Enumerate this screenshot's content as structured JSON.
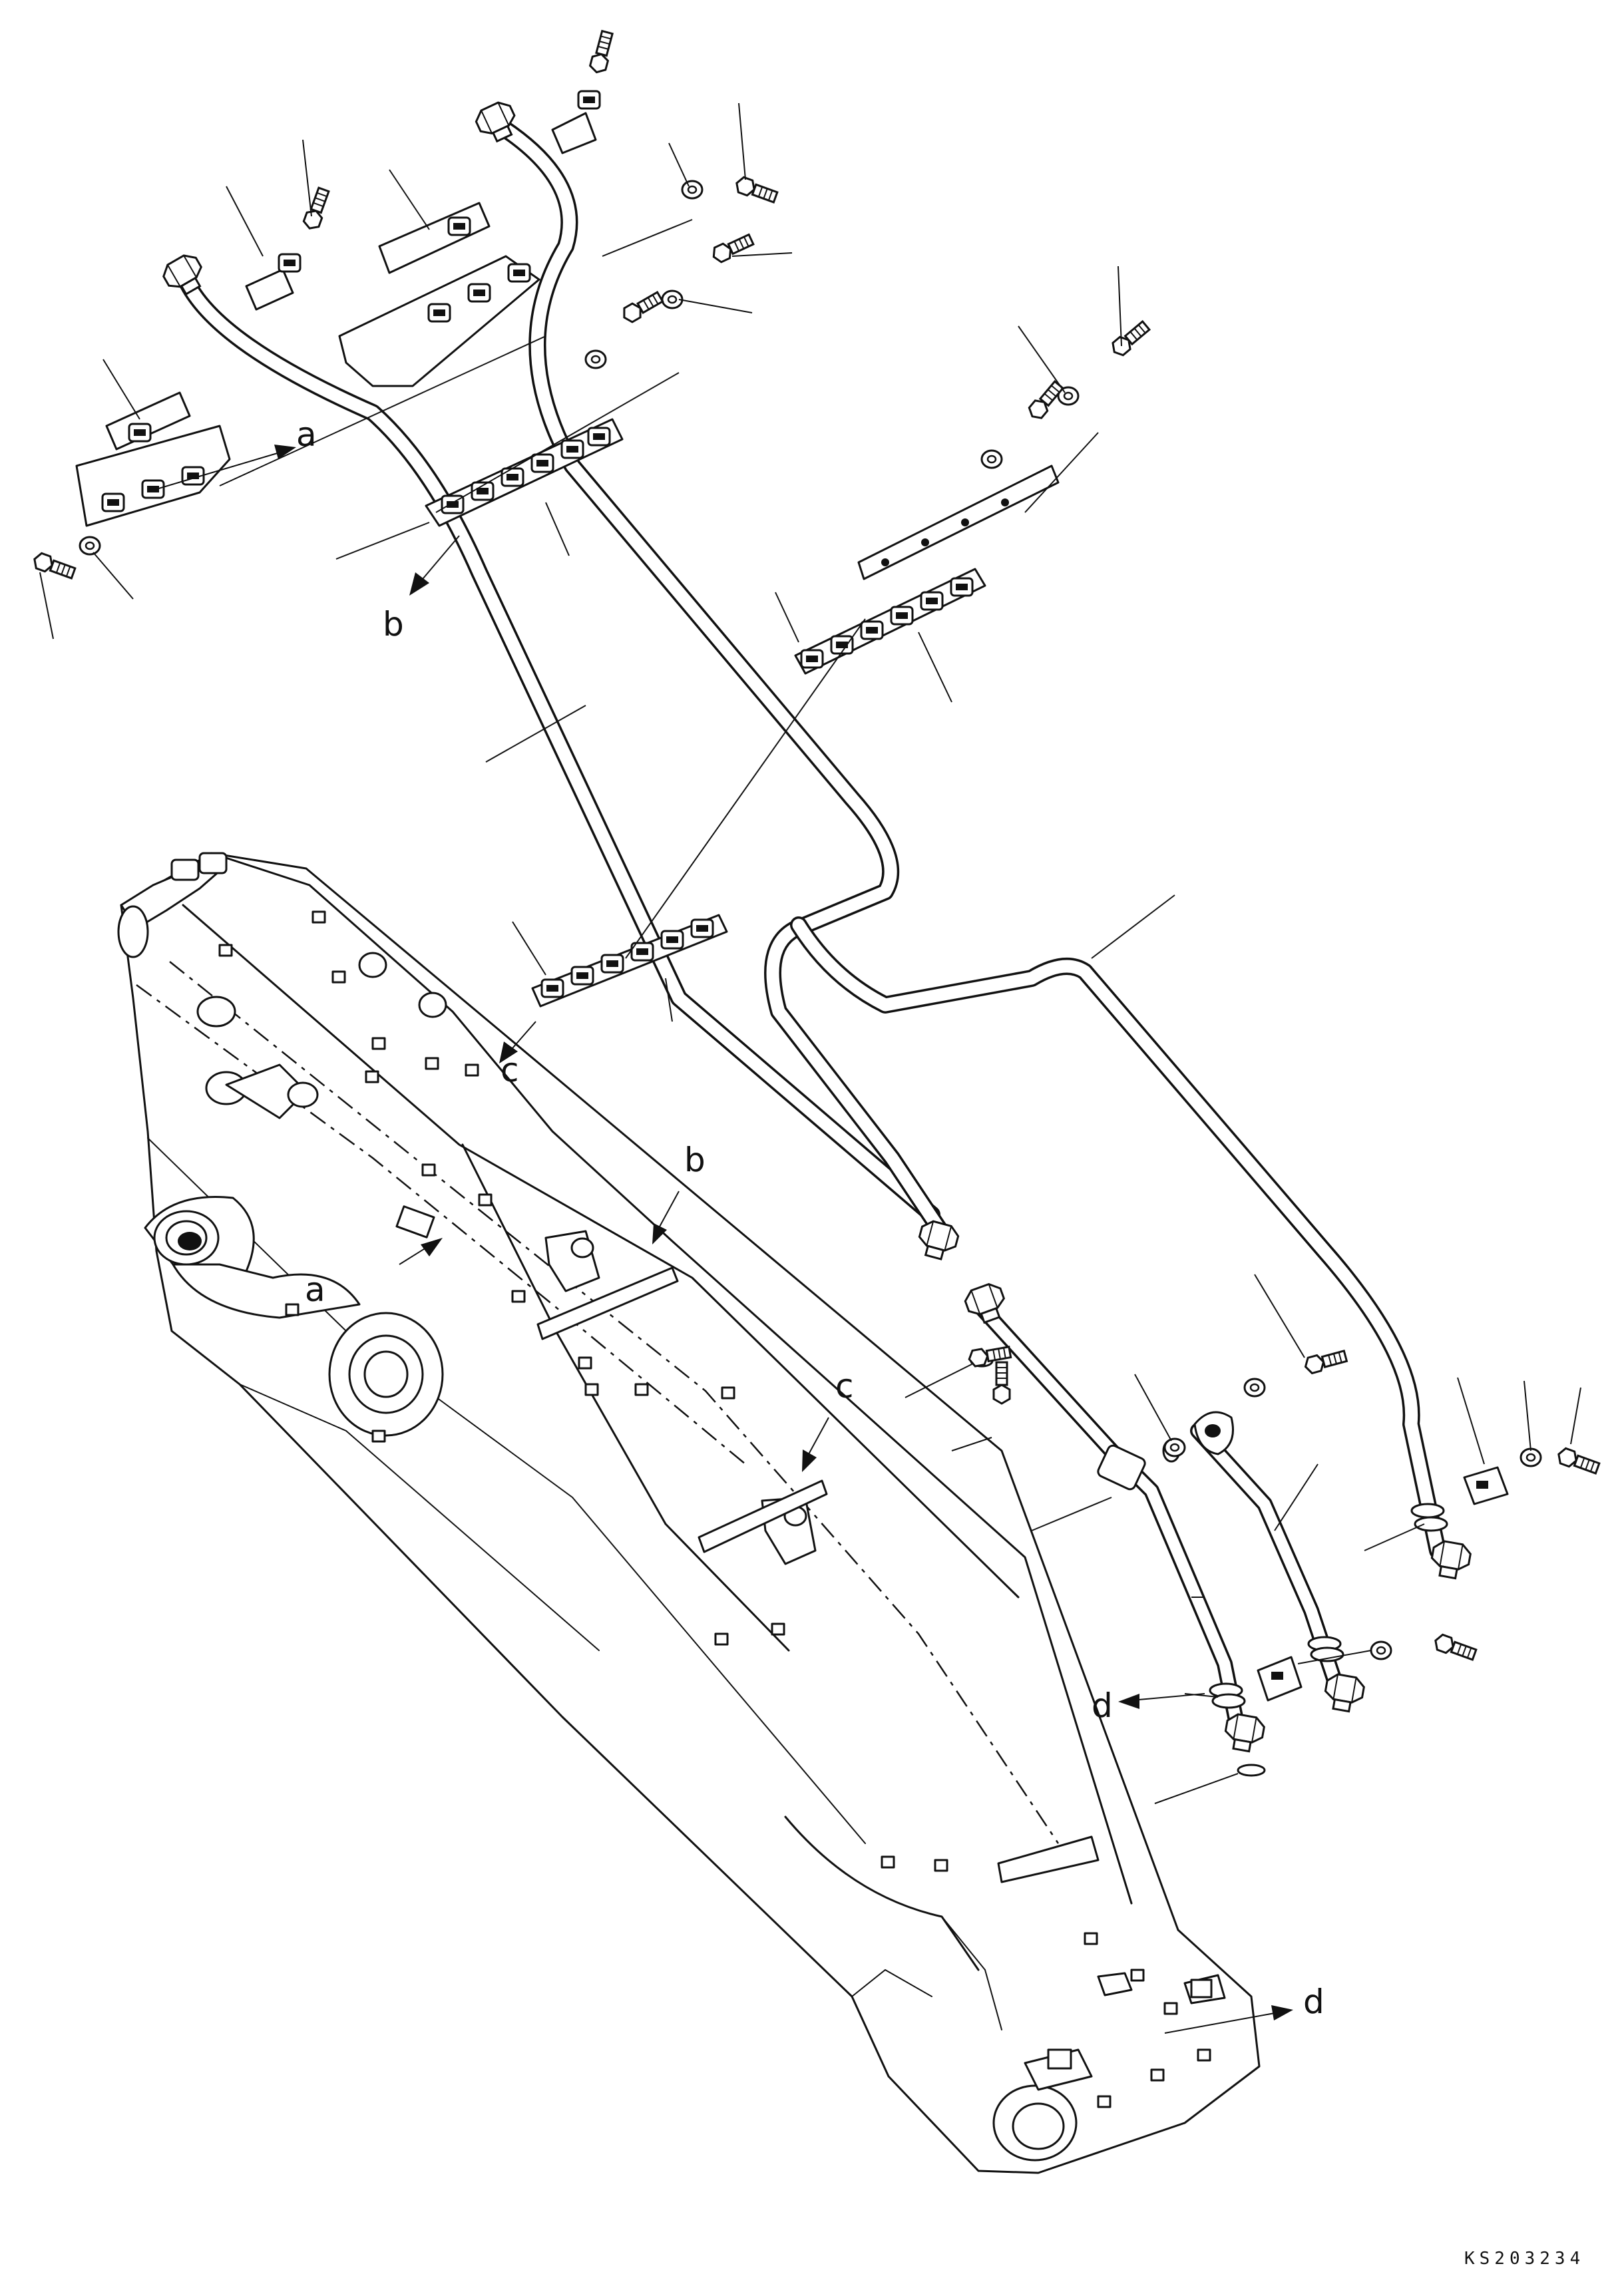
{
  "drawing": {
    "code": "KS203234",
    "labels": {
      "a_top": "a",
      "a_boom": "a",
      "b_top": "b",
      "b_boom": "b",
      "c_mid": "c",
      "c_boom": "c",
      "d_pipe": "d",
      "d_boom": "d"
    }
  }
}
